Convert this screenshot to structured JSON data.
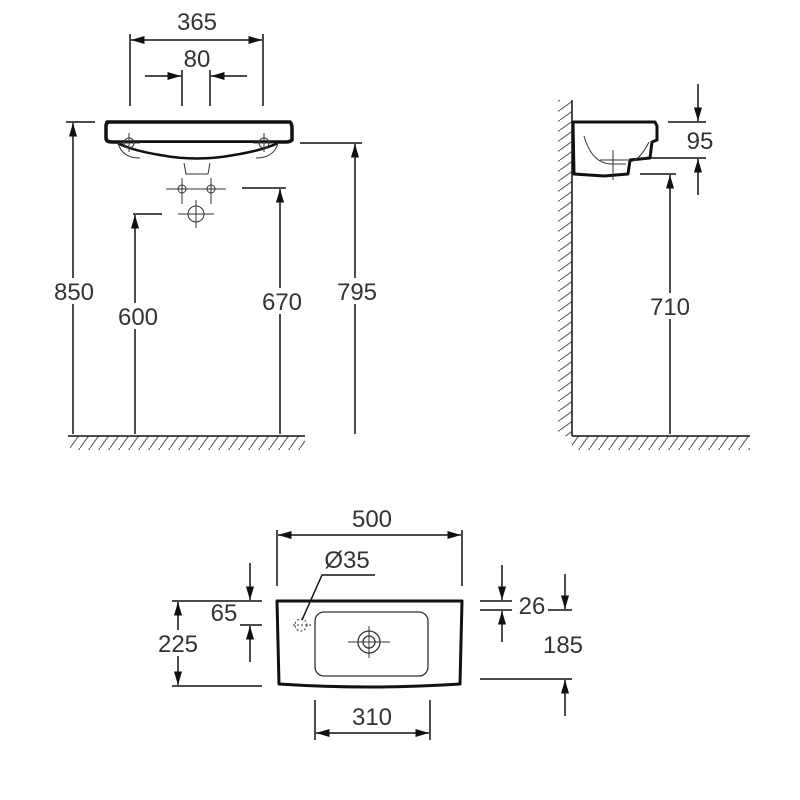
{
  "drawing": {
    "front_view": {
      "width_overall": "365",
      "tap_spacing": "80",
      "rim_height": "850",
      "waste_height": "600",
      "supply_height": "670",
      "underside_height": "795"
    },
    "side_view": {
      "bowl_depth": "95",
      "underside_height": "710"
    },
    "top_view": {
      "width": "500",
      "overflow_diameter": "Ø35",
      "bowl_width": "310",
      "depth": "225",
      "tap_offset": "65",
      "rim_front": "26",
      "drain_offset": "185"
    },
    "line_color": "#111111"
  }
}
